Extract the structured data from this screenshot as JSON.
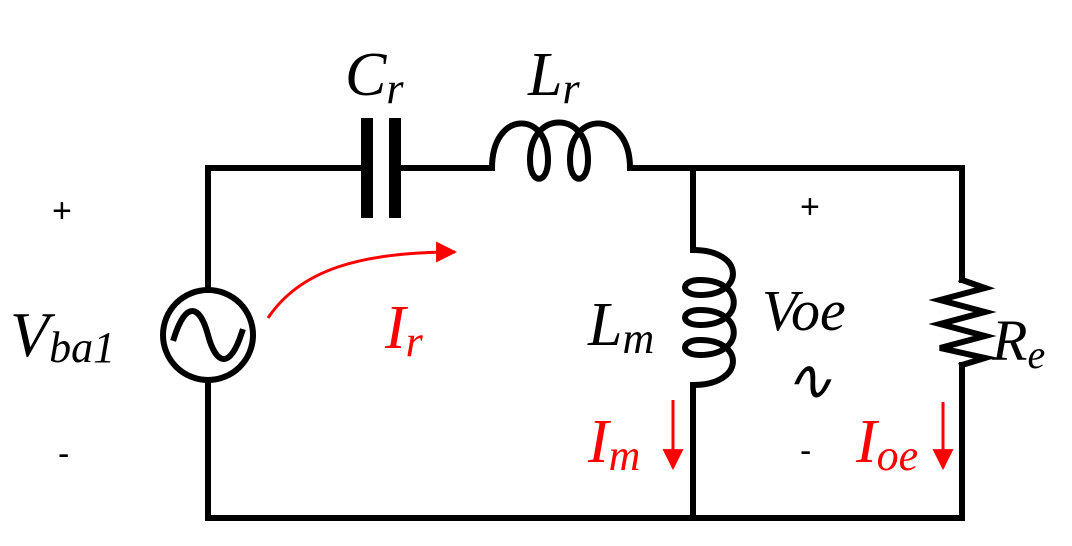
{
  "labels": {
    "source_main": "V",
    "source_sub": "ba1",
    "cap_main": "C",
    "cap_sub": "r",
    "lr_main": "L",
    "lr_sub": "r",
    "lm_main": "L",
    "lm_sub": "m",
    "voe": "Voe",
    "re_main": "R",
    "re_sub": "e",
    "ir_main": "I",
    "ir_sub": "r",
    "im_main": "I",
    "im_sub": "m",
    "ioe_main": "I",
    "ioe_sub": "oe"
  },
  "signs": {
    "src_plus": "+",
    "src_minus": "-",
    "out_plus": "+",
    "out_minus": "-"
  },
  "symbols": {
    "ac_wave": "∿"
  },
  "icons": {
    "source": "ac-voltage-source-icon",
    "capacitor": "capacitor-icon",
    "inductor": "inductor-icon",
    "resistor": "resistor-icon"
  },
  "colors": {
    "wire": "#000000",
    "current": "#ff0000"
  }
}
